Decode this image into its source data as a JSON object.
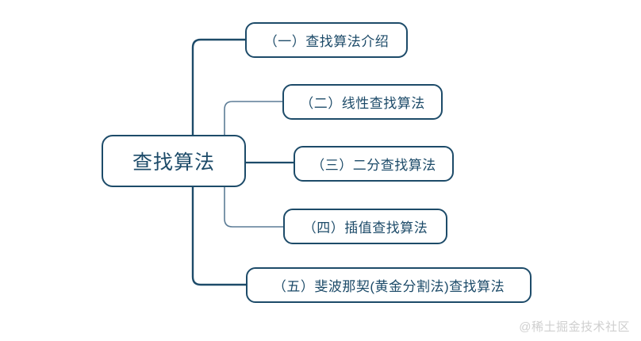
{
  "diagram": {
    "type": "mind-map",
    "title": "查找算法",
    "orientation": "left-to-right",
    "colors": {
      "node_border": "#1d4b69",
      "node_text": "#1d4b69",
      "node_fill": "#ffffff",
      "connector_primary": "#1d4b69",
      "connector_secondary": "#5c7c96",
      "background": "#ffffff",
      "watermark": "#cfcfcf"
    },
    "root": {
      "label": "查找算法"
    },
    "branches": [
      {
        "index": "1",
        "label": "（一）查找算法介绍"
      },
      {
        "index": "2",
        "label": "（二）线性查找算法"
      },
      {
        "index": "3",
        "label": "（三）二分查找算法"
      },
      {
        "index": "4",
        "label": "（四）插值查找算法"
      },
      {
        "index": "5",
        "label": "（五）斐波那契(黄金分割法)查找算法"
      }
    ]
  },
  "watermark": {
    "text": "@稀土掘金技术社区"
  }
}
